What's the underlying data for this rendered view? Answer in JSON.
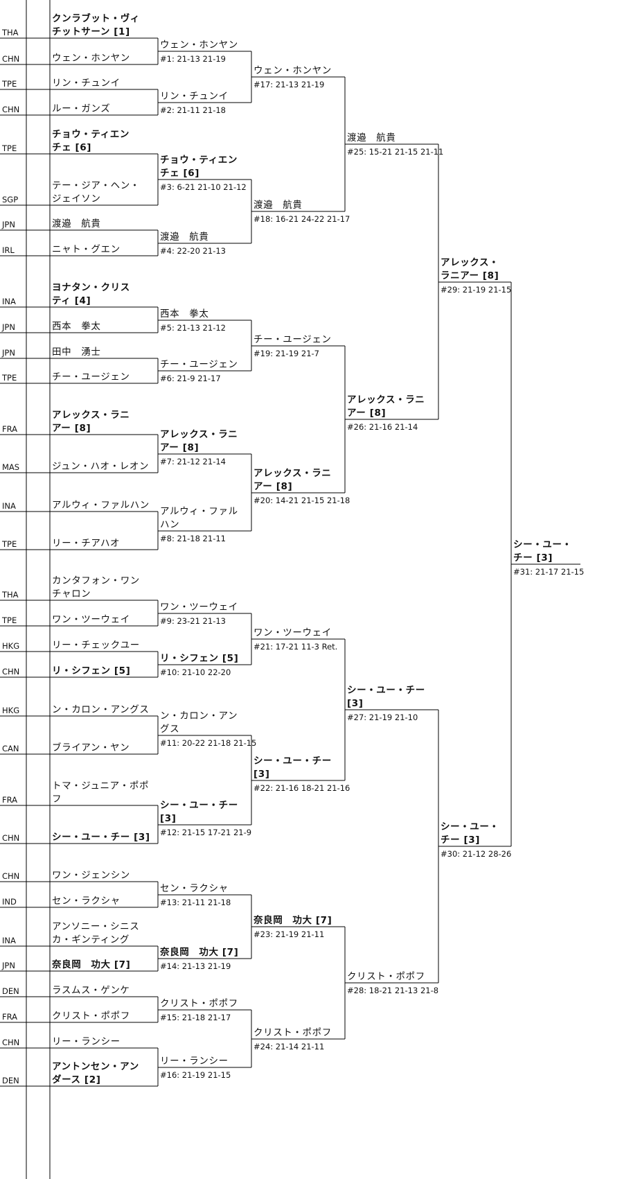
{
  "bracket": {
    "players": [
      {
        "country": "THA",
        "name": [
          "クンラブット・ヴィ",
          "チットサーン [1]"
        ],
        "bold": true
      },
      {
        "country": "CHN",
        "name": [
          "ウェン・ホンヤン"
        ],
        "bold": false
      },
      {
        "country": "TPE",
        "name": [
          "リン・チュンイ"
        ],
        "bold": false
      },
      {
        "country": "CHN",
        "name": [
          "ルー・ガンズ"
        ],
        "bold": false
      },
      {
        "country": "TPE",
        "name": [
          "チョウ・ティエン",
          "チェ [6]"
        ],
        "bold": true
      },
      {
        "country": "SGP",
        "name": [
          "テー・ジア・ヘン・",
          "ジェイソン"
        ],
        "bold": false
      },
      {
        "country": "JPN",
        "name": [
          "渡邉　航貴"
        ],
        "bold": false
      },
      {
        "country": "IRL",
        "name": [
          "ニャト・グエン"
        ],
        "bold": false
      },
      {
        "country": "INA",
        "name": [
          "ヨナタン・クリス",
          "ティ [4]"
        ],
        "bold": true
      },
      {
        "country": "JPN",
        "name": [
          "西本　拳太"
        ],
        "bold": false
      },
      {
        "country": "JPN",
        "name": [
          "田中　湧士"
        ],
        "bold": false
      },
      {
        "country": "TPE",
        "name": [
          "チー・ユージェン"
        ],
        "bold": false
      },
      {
        "country": "FRA",
        "name": [
          "アレックス・ラニ",
          "アー [8]"
        ],
        "bold": true
      },
      {
        "country": "MAS",
        "name": [
          "ジュン・ハオ・レオン"
        ],
        "bold": false
      },
      {
        "country": "INA",
        "name": [
          "アルウィ・ファルハン"
        ],
        "bold": false
      },
      {
        "country": "TPE",
        "name": [
          "リー・チアハオ"
        ],
        "bold": false
      },
      {
        "country": "THA",
        "name": [
          "カンタフォン・ワン",
          "チャロン"
        ],
        "bold": false
      },
      {
        "country": "TPE",
        "name": [
          "ワン・ツーウェイ"
        ],
        "bold": false
      },
      {
        "country": "HKG",
        "name": [
          "リー・チェックユー"
        ],
        "bold": false
      },
      {
        "country": "CHN",
        "name": [
          "リ・シフェン [5]"
        ],
        "bold": true
      },
      {
        "country": "HKG",
        "name": [
          "ン・カロン・アングス"
        ],
        "bold": false
      },
      {
        "country": "CAN",
        "name": [
          "ブライアン・ヤン"
        ],
        "bold": false
      },
      {
        "country": "FRA",
        "name": [
          "トマ・ジュニア・ポポ",
          "フ"
        ],
        "bold": false
      },
      {
        "country": "CHN",
        "name": [
          "シー・ユー・チー [3]"
        ],
        "bold": true
      },
      {
        "country": "CHN",
        "name": [
          "ワン・ジェンシン"
        ],
        "bold": false
      },
      {
        "country": "IND",
        "name": [
          "セン・ラクシャ"
        ],
        "bold": false
      },
      {
        "country": "INA",
        "name": [
          "アンソニー・シニス",
          "カ・ギンティング"
        ],
        "bold": false
      },
      {
        "country": "JPN",
        "name": [
          "奈良岡　功大 [7]"
        ],
        "bold": true
      },
      {
        "country": "DEN",
        "name": [
          "ラスムス・ゲンケ"
        ],
        "bold": false
      },
      {
        "country": "FRA",
        "name": [
          "クリスト・ポポフ"
        ],
        "bold": false
      },
      {
        "country": "CHN",
        "name": [
          "リー・ランシー"
        ],
        "bold": false
      },
      {
        "country": "DEN",
        "name": [
          "アントンセン・アン",
          "ダース [2]"
        ],
        "bold": true
      }
    ],
    "rounds": [
      [
        {
          "name": [
            "ウェン・ホンヤン"
          ],
          "bold": false,
          "score": "#1: 21-13 21-19"
        },
        {
          "name": [
            "リン・チュンイ"
          ],
          "bold": false,
          "score": "#2: 21-11 21-18"
        },
        {
          "name": [
            "チョウ・ティエン",
            "チェ [6]"
          ],
          "bold": true,
          "score": "#3: 6-21 21-10 21-12"
        },
        {
          "name": [
            "渡邉　航貴"
          ],
          "bold": false,
          "score": "#4: 22-20 21-13"
        },
        {
          "name": [
            "西本　拳太"
          ],
          "bold": false,
          "score": "#5: 21-13 21-12"
        },
        {
          "name": [
            "チー・ユージェン"
          ],
          "bold": false,
          "score": "#6: 21-9 21-17"
        },
        {
          "name": [
            "アレックス・ラニ",
            "アー [8]"
          ],
          "bold": true,
          "score": "#7: 21-12 21-14"
        },
        {
          "name": [
            "アルウィ・ファル",
            "ハン"
          ],
          "bold": false,
          "score": "#8: 21-18 21-11"
        },
        {
          "name": [
            "ワン・ツーウェイ"
          ],
          "bold": false,
          "score": "#9: 23-21 21-13"
        },
        {
          "name": [
            "リ・シフェン [5]"
          ],
          "bold": true,
          "score": "#10: 21-10 22-20"
        },
        {
          "name": [
            "ン・カロン・アン",
            "グス"
          ],
          "bold": false,
          "score": "#11: 20-22 21-18 21-15"
        },
        {
          "name": [
            "シー・ユー・チー",
            "[3]"
          ],
          "bold": true,
          "score": "#12: 21-15 17-21 21-9"
        },
        {
          "name": [
            "セン・ラクシャ"
          ],
          "bold": false,
          "score": "#13: 21-11 21-18"
        },
        {
          "name": [
            "奈良岡　功大 [7]"
          ],
          "bold": true,
          "score": "#14: 21-13 21-19"
        },
        {
          "name": [
            "クリスト・ポポフ"
          ],
          "bold": false,
          "score": "#15: 21-18 21-17"
        },
        {
          "name": [
            "リー・ランシー"
          ],
          "bold": false,
          "score": "#16: 21-19 21-15"
        }
      ],
      [
        {
          "name": [
            "ウェン・ホンヤン"
          ],
          "bold": false,
          "score": "#17: 21-13 21-19"
        },
        {
          "name": [
            "渡邉　航貴"
          ],
          "bold": false,
          "score": "#18: 16-21 24-22 21-17"
        },
        {
          "name": [
            "チー・ユージェン"
          ],
          "bold": false,
          "score": "#19: 21-19 21-7"
        },
        {
          "name": [
            "アレックス・ラニ",
            "アー [8]"
          ],
          "bold": true,
          "score": "#20: 14-21 21-15 21-18"
        },
        {
          "name": [
            "ワン・ツーウェイ"
          ],
          "bold": false,
          "score": "#21: 17-21 11-3 Ret."
        },
        {
          "name": [
            "シー・ユー・チー",
            "[3]"
          ],
          "bold": true,
          "score": "#22: 21-16 18-21 21-16"
        },
        {
          "name": [
            "奈良岡　功大 [7]"
          ],
          "bold": true,
          "score": "#23: 21-19 21-11"
        },
        {
          "name": [
            "クリスト・ポポフ"
          ],
          "bold": false,
          "score": "#24: 21-14 21-11"
        }
      ],
      [
        {
          "name": [
            "渡邉　航貴"
          ],
          "bold": false,
          "score": "#25: 15-21 21-15 21-11"
        },
        {
          "name": [
            "アレックス・ラニ",
            "アー [8]"
          ],
          "bold": true,
          "score": "#26: 21-16 21-14"
        },
        {
          "name": [
            "シー・ユー・チー",
            "[3]"
          ],
          "bold": true,
          "score": "#27: 21-19 21-10"
        },
        {
          "name": [
            "クリスト・ポポフ"
          ],
          "bold": false,
          "score": "#28: 18-21 21-13 21-8"
        }
      ],
      [
        {
          "name": [
            "アレックス・",
            "ラニアー [8]"
          ],
          "bold": true,
          "score": "#29: 21-19 21-15"
        },
        {
          "name": [
            "シー・ユー・",
            "チー [3]"
          ],
          "bold": true,
          "score": "#30: 21-12 28-26"
        }
      ],
      [
        {
          "name": [
            "シー・ユー・",
            "チー [3]"
          ],
          "bold": true,
          "score": "#31: 21-17 21-15"
        }
      ]
    ]
  }
}
